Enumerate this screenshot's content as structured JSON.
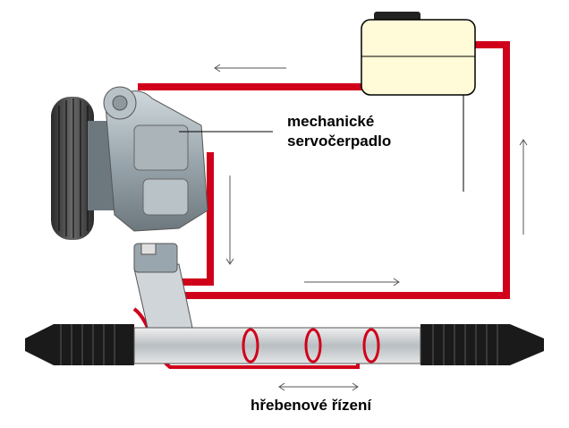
{
  "labels": {
    "pump_line1": "mechanické",
    "pump_line2": "servočerpadlo",
    "steering_rack": "hřebenové řízení"
  },
  "components": {
    "reservoir": "reservoir-tank",
    "pump": "power-steering-pump",
    "rack": "rack-and-pinion-gear"
  },
  "colors": {
    "pressure_line": "#d0001a",
    "return_line": "#d0001a",
    "reservoir_fill": "#fffbd8",
    "metal": "#9aa6ad",
    "boot": "#1a1a1a",
    "arrow": "#555555"
  },
  "flow_arrows": [
    "left",
    "down",
    "right",
    "up",
    "bidirectional"
  ]
}
